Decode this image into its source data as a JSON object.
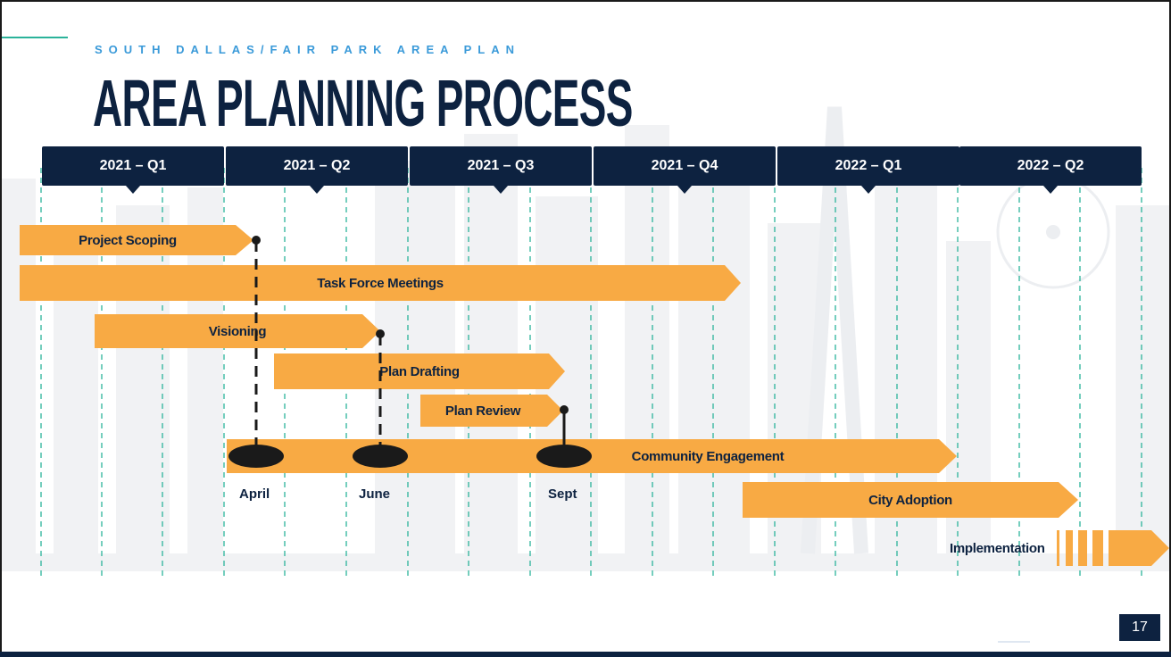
{
  "header": {
    "subtitle": "SOUTH DALLAS/FAIR PARK AREA PLAN",
    "title": "AREA PLANNING PROCESS"
  },
  "quarters": [
    "2021 – Q1",
    "2021 – Q2",
    "2021 – Q3",
    "2021 – Q4",
    "2022 – Q1",
    "2022 – Q2"
  ],
  "tasks": {
    "project_scoping": "Project Scoping",
    "task_force": "Task Force Meetings",
    "visioning": "Visioning",
    "plan_drafting": "Plan Drafting",
    "plan_review": "Plan Review",
    "community_engagement": "Community Engagement",
    "city_adoption": "City Adoption",
    "implementation": "Implementation"
  },
  "milestones": [
    "April",
    "June",
    "Sept"
  ],
  "page_number": "17",
  "colors": {
    "navy": "#0d2240",
    "orange": "#f8aa44",
    "accent_blue": "#3a9ad9",
    "grid_green": "#2bb39a"
  }
}
